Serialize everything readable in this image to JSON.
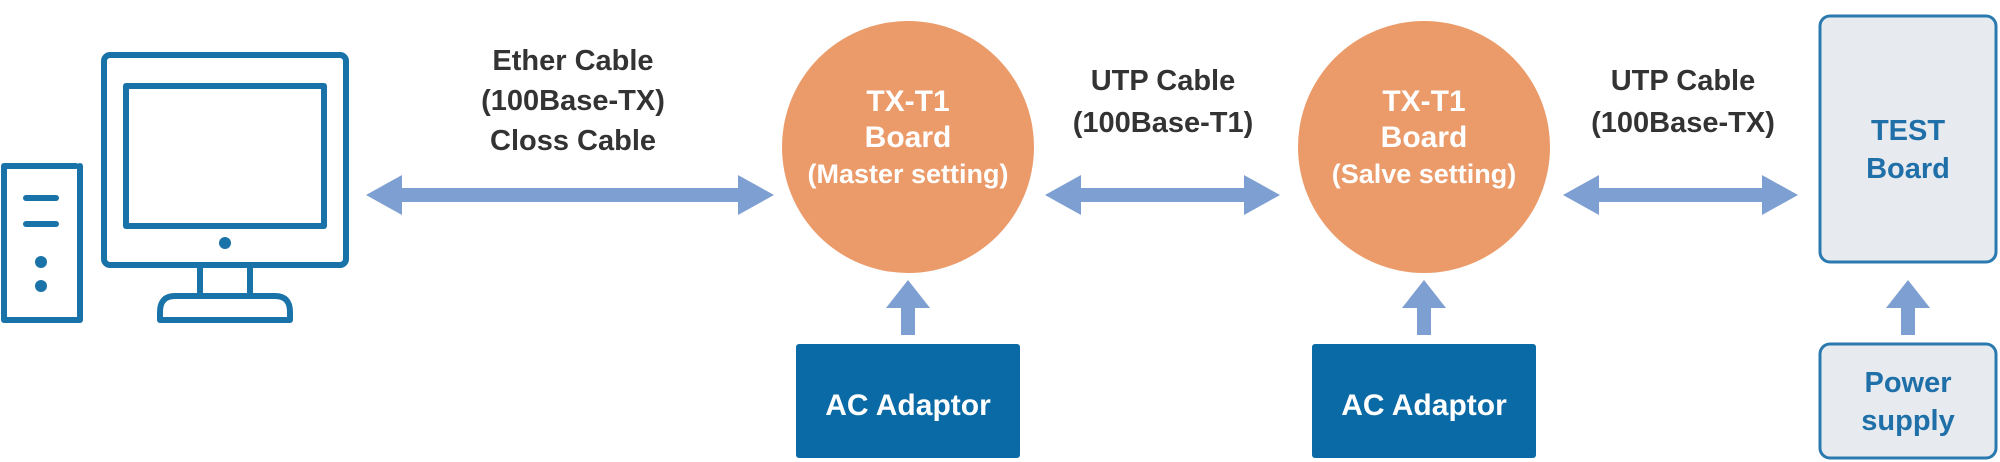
{
  "colors": {
    "pc_outline": "#1a73a8",
    "arrow": "#7d9fd1",
    "board_circle": "#eb9a69",
    "ac_adaptor_box": "#0a6aa6",
    "gray_box_fill": "#e7eaee",
    "gray_box_stroke": "#2a7ab0",
    "gray_box_text": "#1f6fa8"
  },
  "icons": {
    "pc": "desktop-computer-icon"
  },
  "cables": {
    "ether": {
      "line1": "Ether Cable",
      "line2": "(100Base-TX)",
      "line3": "Closs Cable"
    },
    "utp1": {
      "line1": "UTP Cable",
      "line2": "(100Base-T1)"
    },
    "utp2": {
      "line1": "UTP Cable",
      "line2": "(100Base-TX)"
    }
  },
  "boards": {
    "master": {
      "line1": "TX-T1",
      "line2": "Board",
      "line3": "(Master setting)"
    },
    "slave": {
      "line1": "TX-T1",
      "line2": "Board",
      "line3": "(Salve setting)"
    }
  },
  "ac_adaptors": {
    "left": {
      "label": "AC Adaptor"
    },
    "right": {
      "label": "AC Adaptor"
    }
  },
  "test_board": {
    "line1": "TEST",
    "line2": "Board"
  },
  "power_supply": {
    "line1": "Power",
    "line2": "supply"
  }
}
